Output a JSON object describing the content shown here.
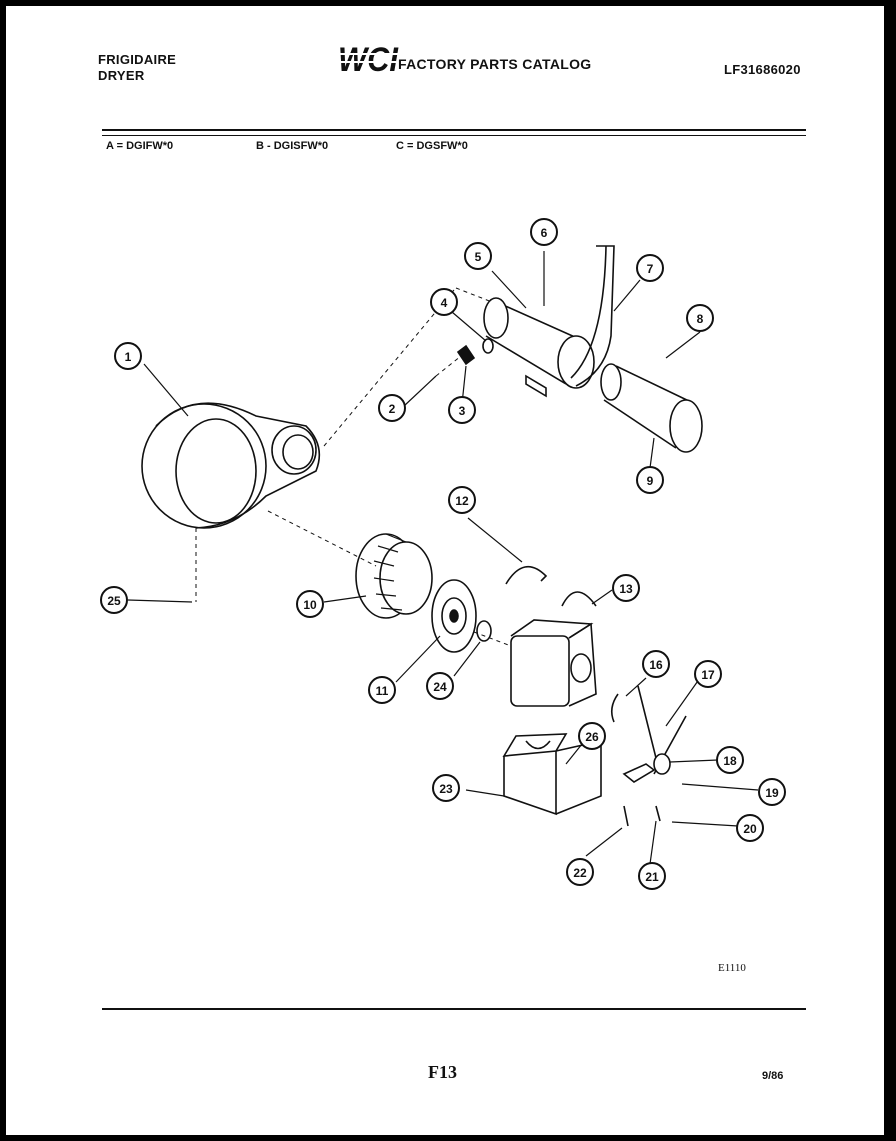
{
  "header": {
    "brand_line1": "FRIGIDAIRE",
    "brand_line2": "DRYER",
    "logo_text": "WCI",
    "catalog_title": "FACTORY PARTS CATALOG",
    "catalog_number": "LF31686020"
  },
  "models": {
    "a": "A = DGIFW*0",
    "b": "B - DGISFW*0",
    "c": "C = DGSFW*0"
  },
  "diagram": {
    "code": "E1110",
    "callouts": [
      "1",
      "2",
      "3",
      "4",
      "5",
      "6",
      "7",
      "8",
      "9",
      "10",
      "11",
      "12",
      "13",
      "16",
      "17",
      "18",
      "19",
      "20",
      "21",
      "22",
      "23",
      "24",
      "25",
      "26"
    ]
  },
  "footer": {
    "page": "F13",
    "date": "9/86"
  }
}
